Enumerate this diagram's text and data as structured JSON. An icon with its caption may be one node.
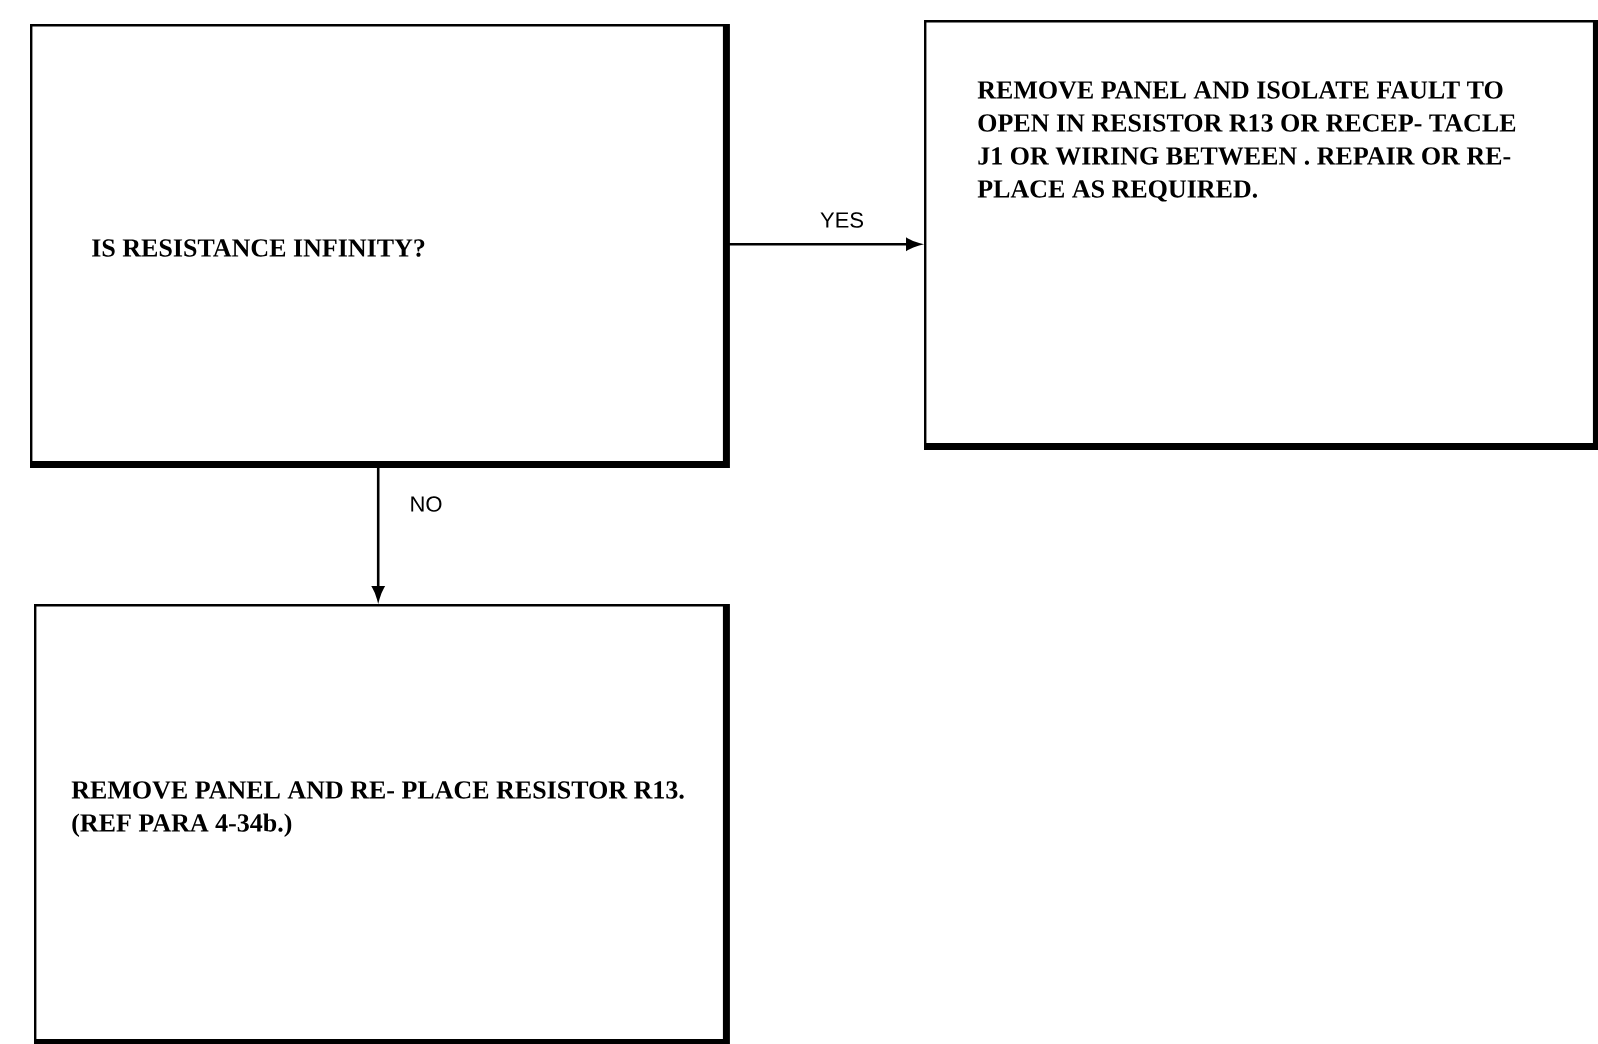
{
  "diagram": {
    "nodes": [
      {
        "text": [
          "IS RESISTANCE INFINITY?"
        ]
      },
      {
        "text": [
          "REMOVE PANEL AND ISOLATE FAULT TO OPEN IN RESISTOR R13 OR RECEP- TACLE J1 OR WIRING BETWEEN . REPAIR OR RE- PLACE AS REQUIRED."
        ]
      },
      {
        "text": [
          "REMOVE PANEL AND RE- PLACE RESISTOR R13. (REF PARA 4-34b.)"
        ]
      }
    ],
    "edges": [
      {
        "from": 0,
        "to": 1,
        "arrow": "to",
        "label": "YES"
      },
      {
        "from": 0,
        "to": 2,
        "arrow": "to",
        "label": "NO"
      }
    ]
  }
}
